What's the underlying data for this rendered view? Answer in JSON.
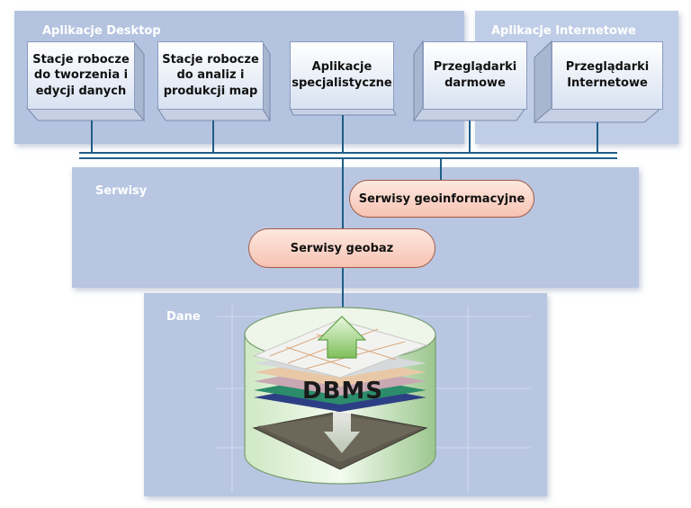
{
  "panels": {
    "desktop": "Aplikacje Desktop",
    "internet": "Aplikacje Internetowe",
    "services": "Serwisy",
    "data": "Dane"
  },
  "apps": [
    "Stacje robocze do tworzenia i edycji danych",
    "Stacje robocze do analiz i produkcji map",
    "Aplikacje specjalistyczne",
    "Przeglądarki darmowe",
    "Przeglądarki Internetowe"
  ],
  "services": {
    "geoinfo": "Serwisy geoinformacyjne",
    "geobaz": "Serwisy geobaz"
  },
  "dbms_label": "DBMS",
  "colors": {
    "panel": "#b4c3e0",
    "bus_line": "#1f5e86",
    "pill": "#f7c3b2",
    "cylinder": "#bfe0b0"
  }
}
